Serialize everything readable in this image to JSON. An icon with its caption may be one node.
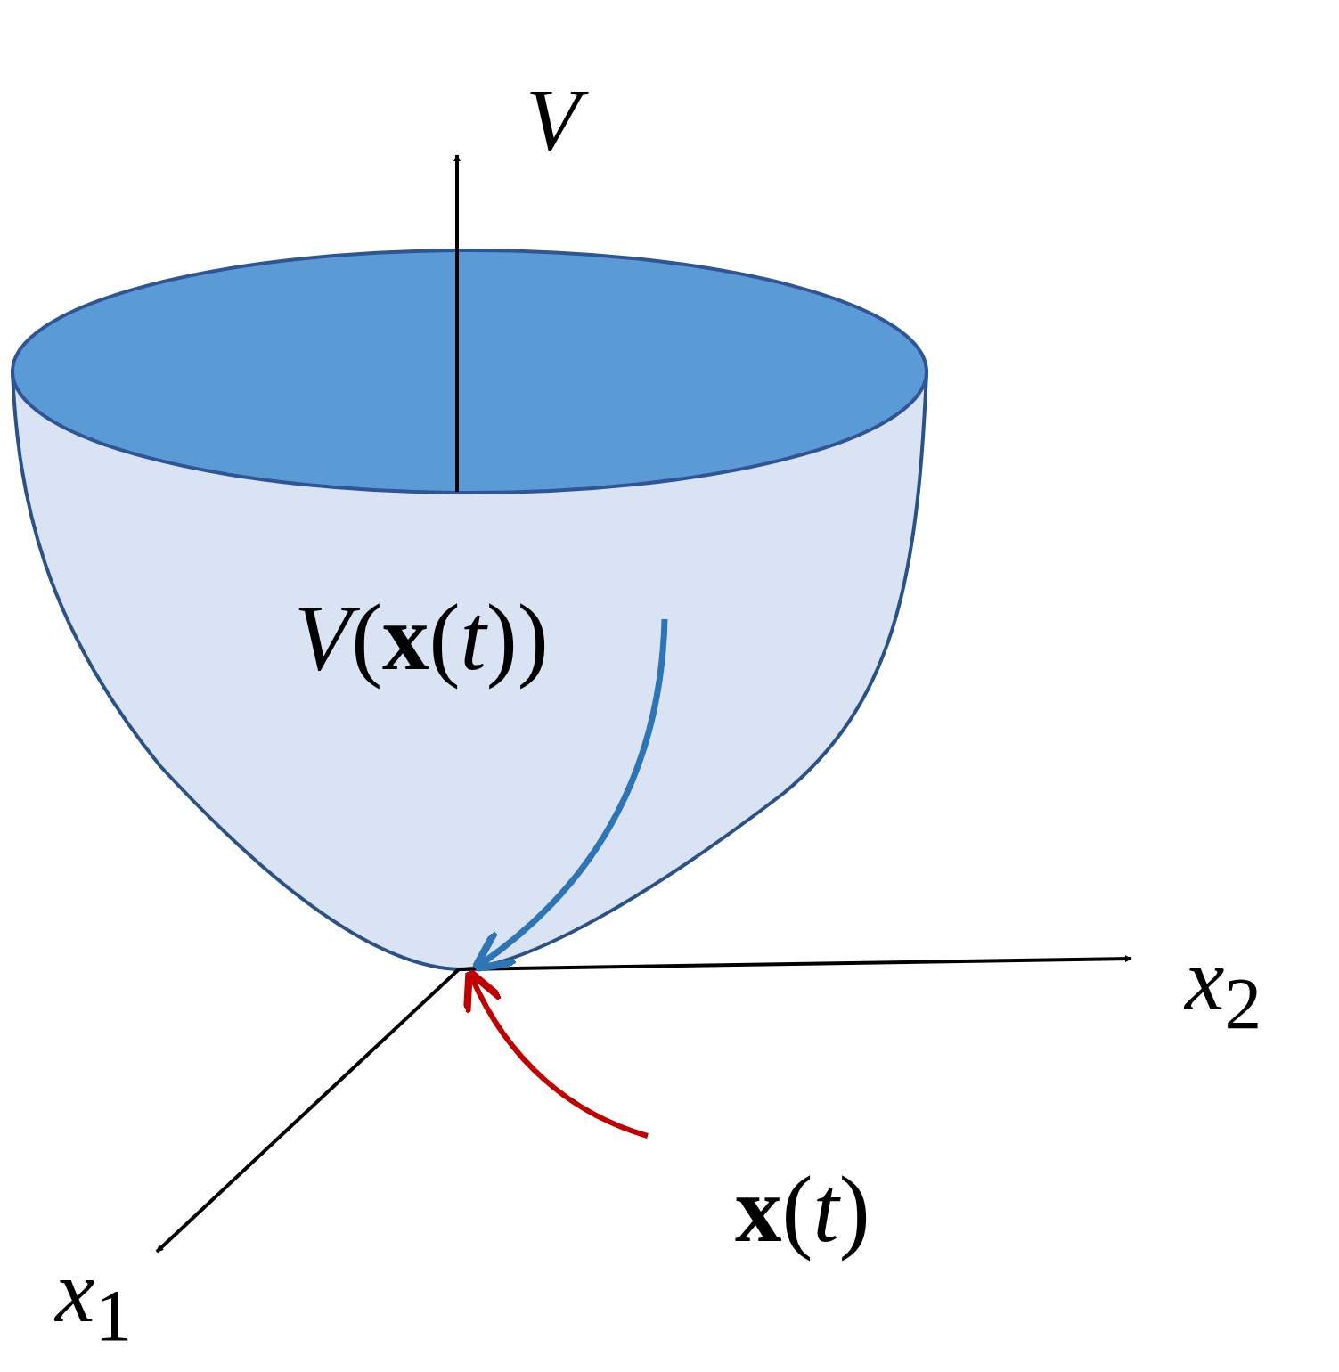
{
  "diagram": {
    "nodes": [
      {
        "text": [
          "*V*(**x**(*t*))"
        ]
      }
    ],
    "labels": [
      "*V*",
      "*x*$_{2}$",
      "*x*$_{1}$",
      "**x**(*t*)"
    ]
  }
}
